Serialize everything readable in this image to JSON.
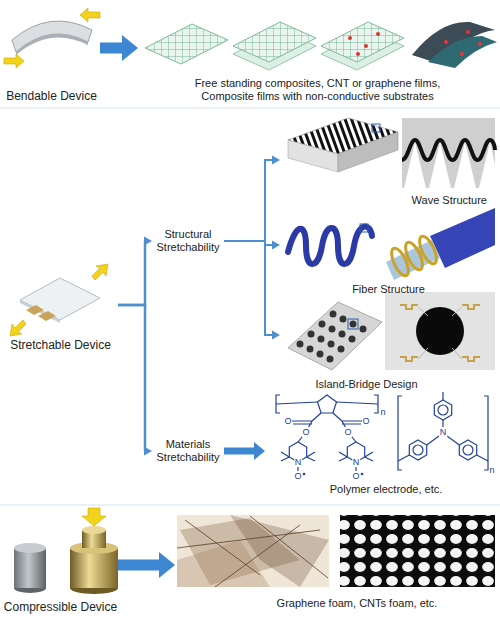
{
  "diagram": {
    "nodes": [
      {
        "text": [
          "Bendable Device"
        ]
      },
      {
        "text": [
          "Free standing composites, CNT or graphene films, Composite films with non-conductive substrates"
        ]
      },
      {
        "text": [
          "Stretchable Device"
        ]
      },
      {
        "text": [
          "Structural Stretchability"
        ]
      },
      {
        "text": [
          "Materials Stretchability"
        ]
      },
      {
        "text": [
          "Wave Structure"
        ]
      },
      {
        "text": [
          "Fiber Structure"
        ]
      },
      {
        "text": [
          "Island-Bridge Design"
        ]
      },
      {
        "text": [
          "Polymer electrode, etc."
        ]
      },
      {
        "text": [
          "Compressible Device"
        ]
      },
      {
        "text": [
          "Graphene foam, CNTs foam, etc."
        ]
      }
    ],
    "edges": [
      {
        "from": 0,
        "to": 1,
        "arrow": "to"
      },
      {
        "from": 2,
        "to": 3,
        "arrow": "to"
      },
      {
        "from": 2,
        "to": 4,
        "arrow": "to"
      },
      {
        "from": 3,
        "to": 5,
        "arrow": "to"
      },
      {
        "from": 3,
        "to": 6,
        "arrow": "to"
      },
      {
        "from": 3,
        "to": 7,
        "arrow": "to"
      },
      {
        "from": 4,
        "to": 8,
        "arrow": "to"
      },
      {
        "from": 9,
        "to": 10,
        "arrow": "to"
      }
    ],
    "labels": [
      "n",
      "O",
      "O",
      "O",
      "O",
      "N",
      "N",
      "O",
      "O",
      "N",
      "n"
    ]
  }
}
